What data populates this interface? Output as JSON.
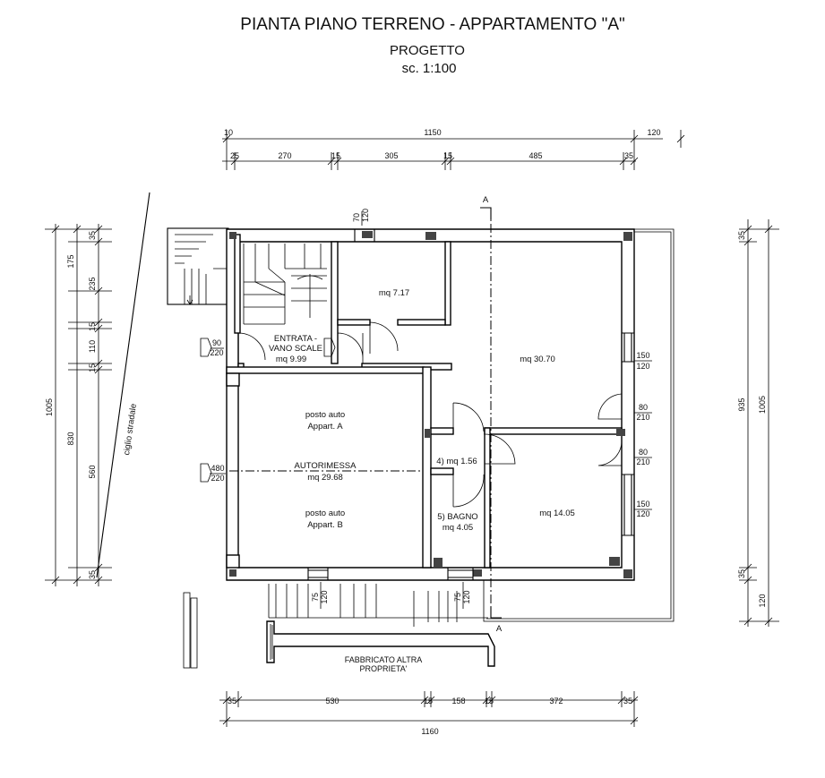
{
  "title": "PIANTA PIANO TERRENO - APPARTAMENTO \"A\"",
  "subtitle": "PROGETTO",
  "scale": "sc. 1:100",
  "top_dims_outer": [
    "10",
    "1150",
    "120"
  ],
  "top_dims_inner": [
    "25",
    "270",
    "15",
    "305",
    "15",
    "485",
    "35"
  ],
  "bottom_dims_inner": [
    "35",
    "530",
    "15",
    "158",
    "15",
    "372",
    "35"
  ],
  "bottom_dim_total": "1160",
  "left_dims_inner": [
    "35",
    "175",
    "235",
    "15",
    "110",
    "15",
    "560",
    "35"
  ],
  "left_dim_mid": "830",
  "left_dim_total": "1005",
  "right_dims_inner": [
    "35",
    "935",
    "35",
    "120"
  ],
  "right_dim_total": "1005",
  "street_label": "ciglio stradale",
  "section_marker": "A",
  "rooms": {
    "small_room": "mq 7.17",
    "entrance_line1": "ENTRATA -",
    "entrance_line2": "VANO SCALE",
    "entrance_line3": "mq 9.99",
    "big_room": "mq 30.70",
    "garage_name": "AUTORIMESSA",
    "garage_area": "mq 29.68",
    "parking_a_line1": "posto auto",
    "parking_a_line2": "Appart. A",
    "parking_b_line1": "posto auto",
    "parking_b_line2": "Appart. B",
    "hall": "4) mq 1.56",
    "bath_name": "5) BAGNO",
    "bath_area": "mq 4.05",
    "bedroom": "mq 14.05",
    "neighbor_line1": "FABBRICATO ALTRA",
    "neighbor_line2": "PROPRIETA'"
  },
  "openings": {
    "top_window_w": "70",
    "top_window_h": "120",
    "entrance_door_w": "90",
    "entrance_door_h": "220",
    "garage_door_w": "480",
    "garage_door_h": "220",
    "big_room_window_w": "150",
    "big_room_window_h": "120",
    "door_right1_w": "80",
    "door_right1_h": "210",
    "door_right2_w": "80",
    "door_right2_h": "210",
    "bedroom_window_w": "150",
    "bedroom_window_h": "120",
    "bottom_window1_w": "75",
    "bottom_window1_h": "120",
    "bottom_window2_w": "75",
    "bottom_window2_h": "120"
  }
}
